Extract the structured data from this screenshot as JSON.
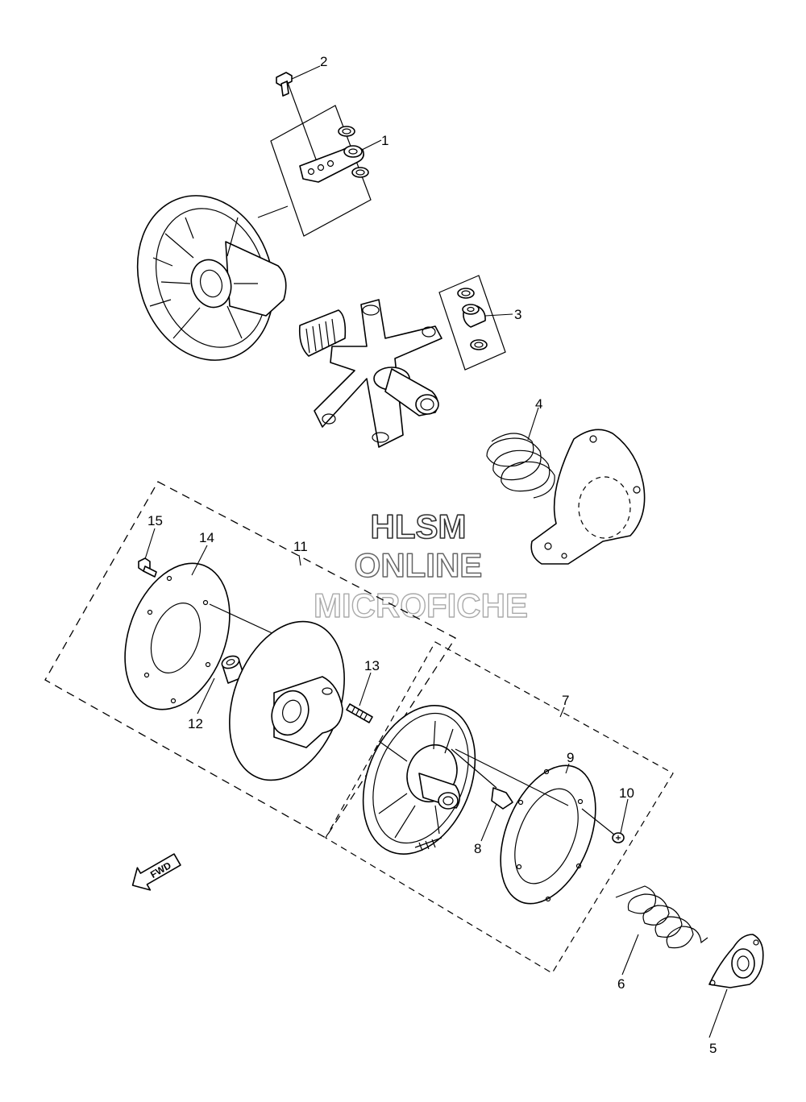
{
  "watermark": {
    "line1": "HLSM",
    "line2": "ONLINE",
    "line3": "MICROFICHE"
  },
  "fwd_label": "FWD",
  "callouts": {
    "c1": "1",
    "c2": "2",
    "c3": "3",
    "c4": "4",
    "c5": "5",
    "c6": "6",
    "c7": "7",
    "c8": "8",
    "c9": "9",
    "c10": "10",
    "c11": "11",
    "c12": "12",
    "c13": "13",
    "c14": "14",
    "c15": "15"
  }
}
